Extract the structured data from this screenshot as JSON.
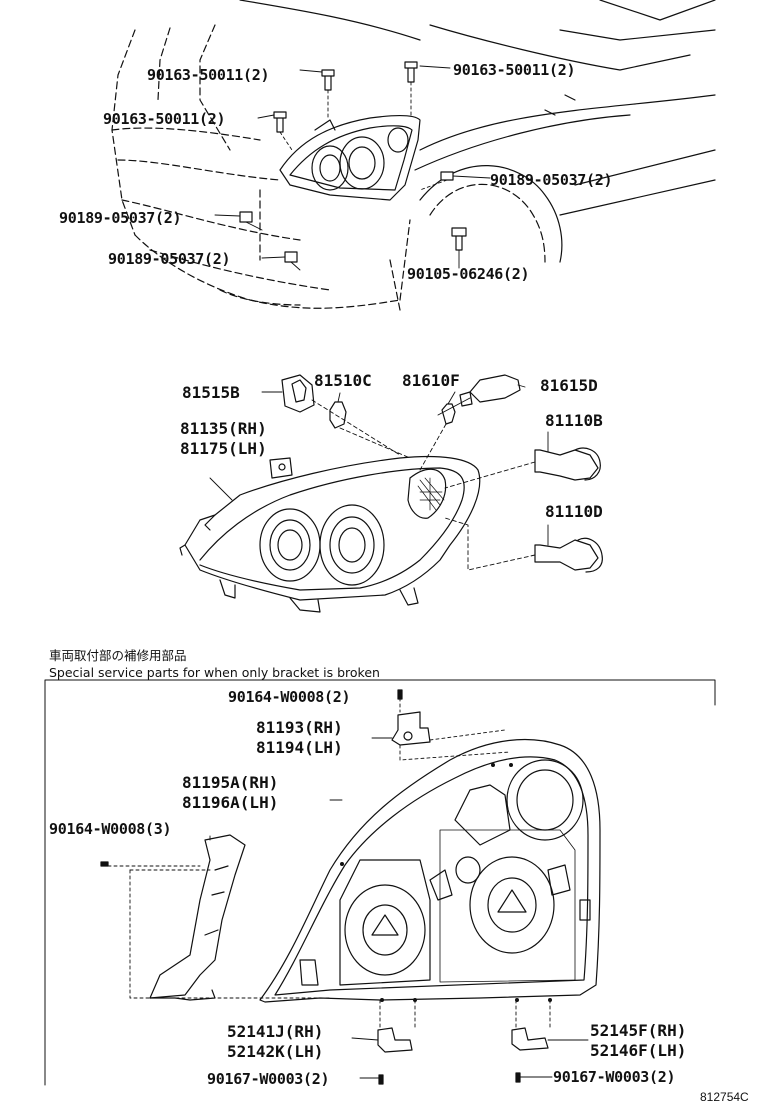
{
  "labels": {
    "p_90163_a": "90163-50011(2)",
    "p_90163_b": "90163-50011(2)",
    "p_90163_c": "90163-50011(2)",
    "p_90189_a": "90189-05037(2)",
    "p_90189_b": "90189-05037(2)",
    "p_90189_c": "90189-05037(2)",
    "p_90105": "90105-06246(2)",
    "p_81515b": "81515B",
    "p_81510c": "81510C",
    "p_81610f": "81610F",
    "p_81615d": "81615D",
    "p_81135": "81135(RH)",
    "p_81175": "81175(LH)",
    "p_81110b": "81110B",
    "p_81110d": "81110D",
    "p_90164_a": "90164-W0008(2)",
    "p_81193": "81193(RH)",
    "p_81194": "81194(LH)",
    "p_81195a": "81195A(RH)",
    "p_81196a": "81196A(LH)",
    "p_90164_b": "90164-W0008(3)",
    "p_52141j": "52141J(RH)",
    "p_52142k": "52142K(LH)",
    "p_52145f": "52145F(RH)",
    "p_52146f": "52146F(LH)",
    "p_90167_a": "90167-W0003(2)",
    "p_90167_b": "90167-W0003(2)"
  },
  "notes": {
    "jp": "車両取付部の補修用部品",
    "en": "Special service parts for when only bracket is broken"
  },
  "diagram_code": "812754C"
}
